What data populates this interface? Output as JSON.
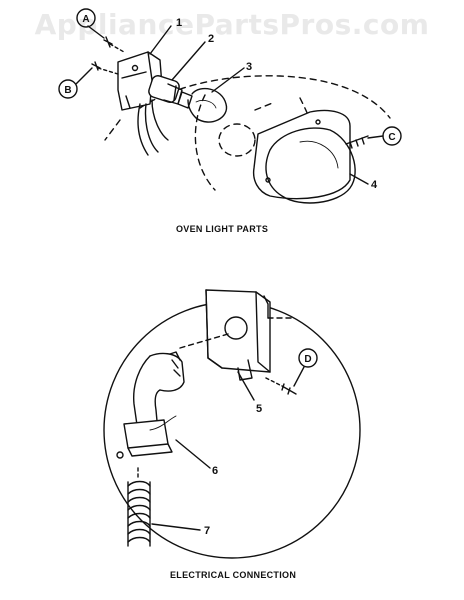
{
  "watermark": "AppliancePartsPros.com",
  "sections": {
    "top_caption": "OVEN LIGHT PARTS",
    "bottom_caption": "ELECTRICAL CONNECTION"
  },
  "callouts": {
    "A": "A",
    "B": "B",
    "C": "C",
    "D": "D"
  },
  "part_numbers": {
    "p1": "1",
    "p2": "2",
    "p3": "3",
    "p4": "4",
    "p5": "5",
    "p6": "6",
    "p7": "7"
  }
}
